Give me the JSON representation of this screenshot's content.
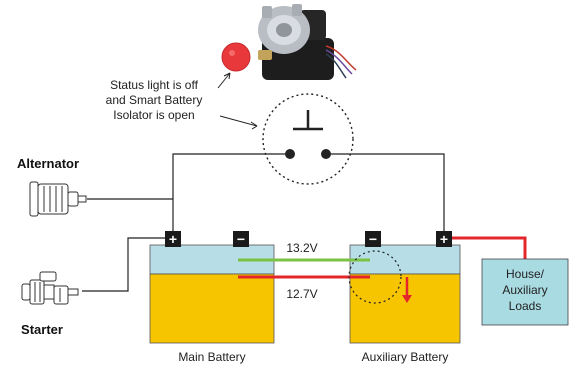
{
  "status_note": {
    "line1": "Status light is off",
    "line2": "and Smart Battery",
    "line3": "Isolator is open"
  },
  "components": {
    "alternator": "Alternator",
    "starter": "Starter",
    "main_battery": "Main Battery",
    "auxiliary_battery": "Auxiliary Battery",
    "loads_line1": "House/",
    "loads_line2": "Auxiliary",
    "loads_line3": "Loads"
  },
  "terminals": {
    "positive": "+",
    "negative": "−"
  },
  "readings": {
    "upper": "13.2V",
    "lower": "12.7V"
  },
  "colors": {
    "battery_top": "#b7dde6",
    "battery_body": "#f7c400",
    "loads_box": "#a9dbe3",
    "wire_green": "#7bc143",
    "wire_red": "#e3262a",
    "status_light": "#e8383b",
    "wire_black": "#222222"
  },
  "icons": [
    "isolator-device-icon",
    "status-light-icon",
    "alternator-icon",
    "starter-motor-icon",
    "open-switch-icon"
  ]
}
